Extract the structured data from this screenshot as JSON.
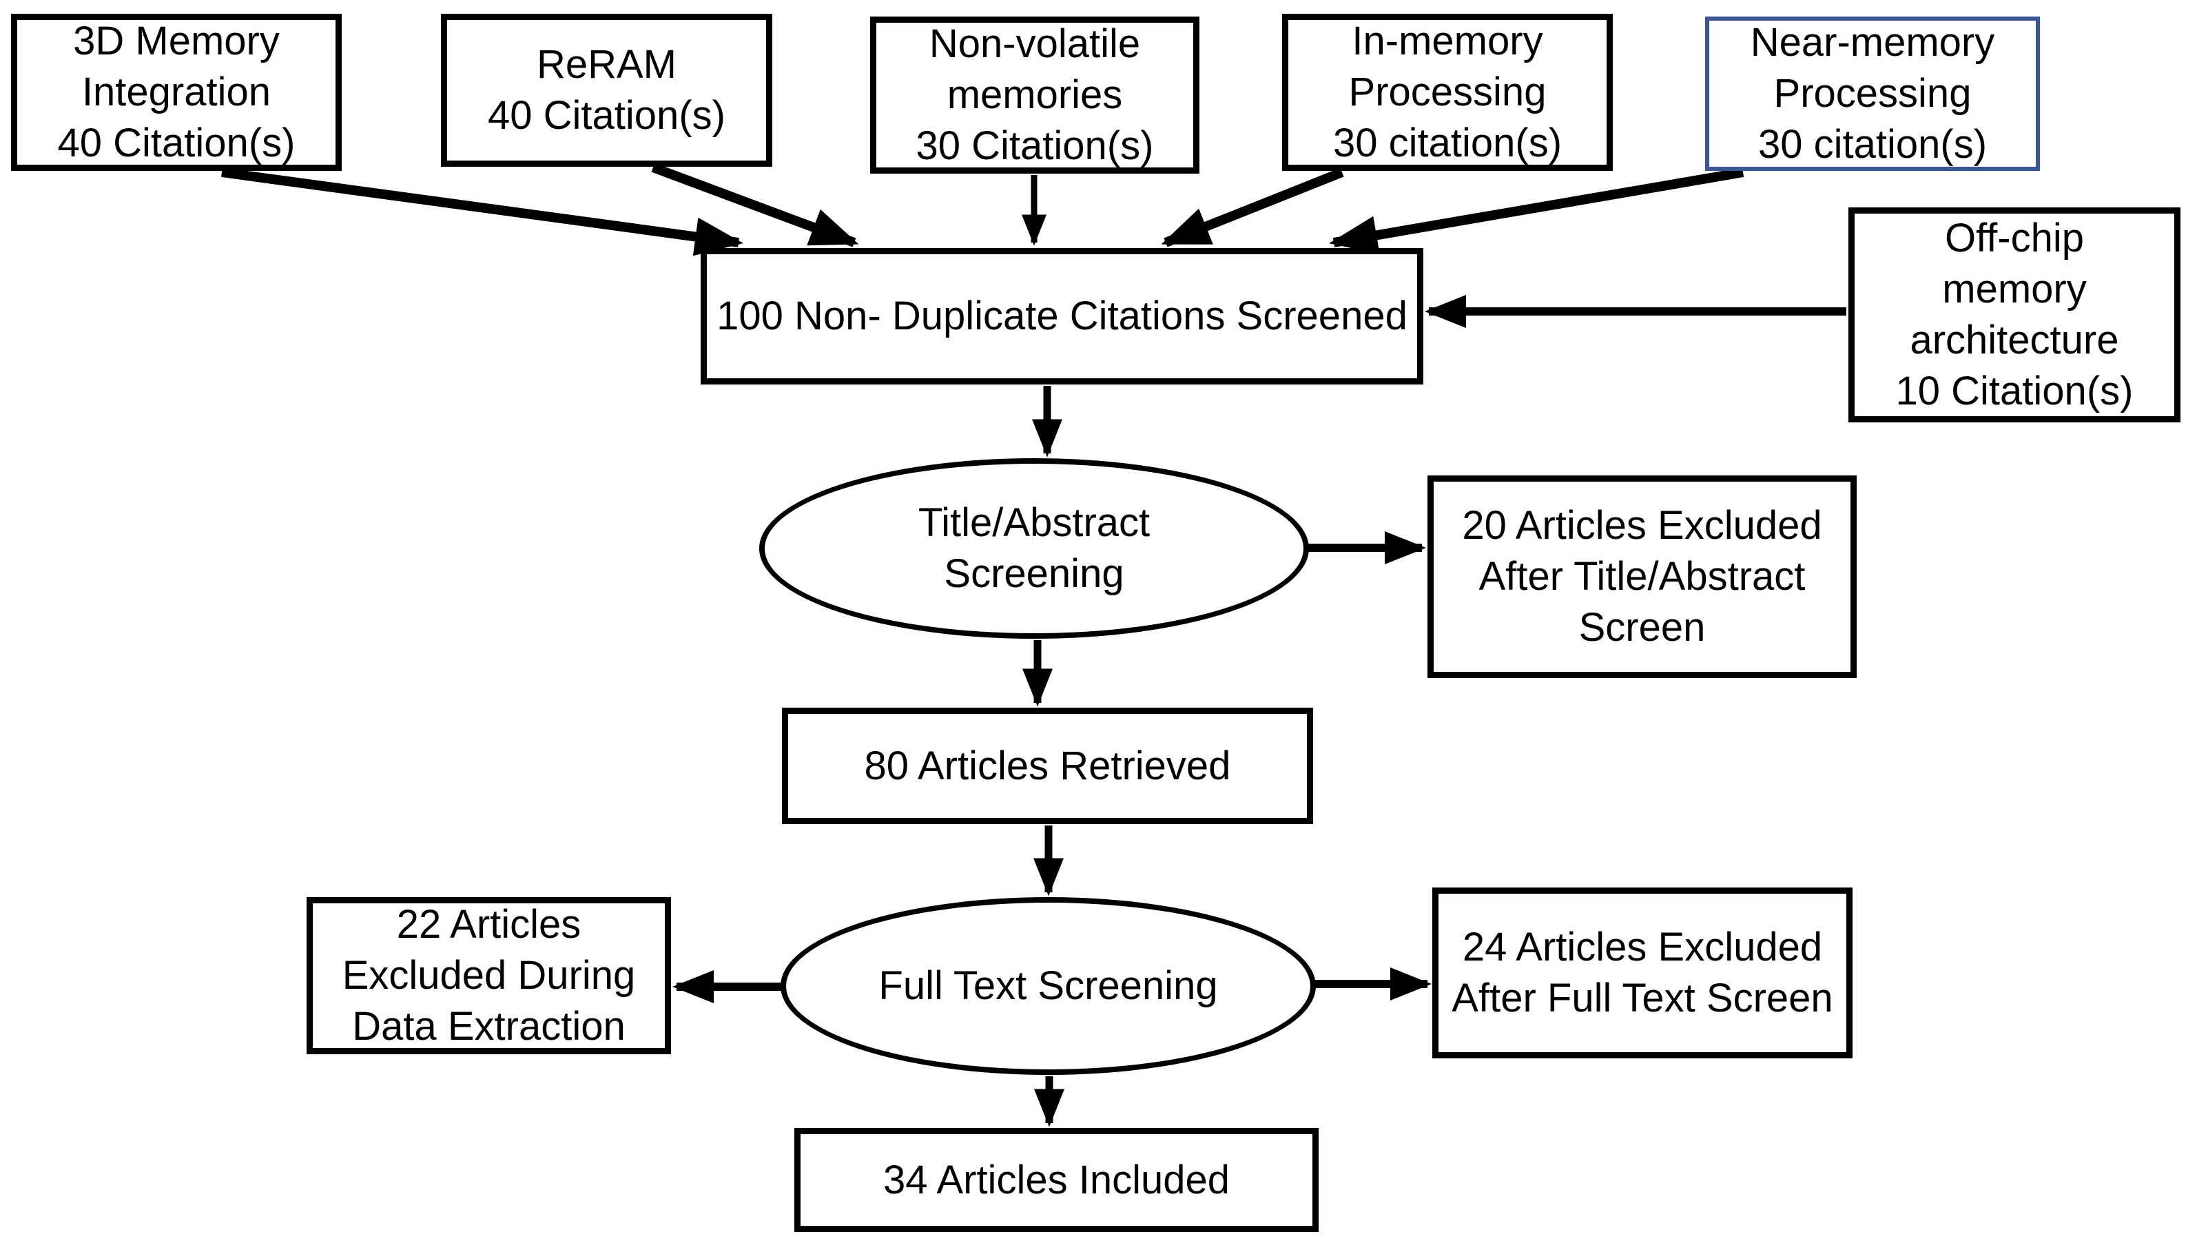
{
  "figure": {
    "kind": "citation-screening-flow-diagram",
    "colors": {
      "background": "#ffffff",
      "box_border": "#000000",
      "highlight_box_border": "#3a5795",
      "text": "#000000",
      "arrow": "#000000"
    },
    "nodes": [
      {
        "id": "3d-memory-integration",
        "shape": "rect",
        "highlighted": false,
        "text": "3D Memory\nIntegration\n40 Citation(s)"
      },
      {
        "id": "reram",
        "shape": "rect",
        "highlighted": false,
        "text": "ReRAM\n40 Citation(s)"
      },
      {
        "id": "non-volatile-memories",
        "shape": "rect",
        "highlighted": false,
        "text": "Non-volatile\nmemories\n30 Citation(s)"
      },
      {
        "id": "in-memory-processing",
        "shape": "rect",
        "highlighted": false,
        "text": "In-memory\nProcessing\n30 citation(s)"
      },
      {
        "id": "near-memory-processing",
        "shape": "rect",
        "highlighted": true,
        "text": "Near-memory\nProcessing\n30 citation(s)"
      },
      {
        "id": "off-chip-memory-architecture",
        "shape": "rect",
        "highlighted": false,
        "text": "Off-chip\nmemory\narchitecture\n10 Citation(s)"
      },
      {
        "id": "non-duplicate-citations-screened",
        "shape": "rect",
        "highlighted": false,
        "text": "100 Non- Duplicate Citations Screened"
      },
      {
        "id": "title-abstract-screening",
        "shape": "ellipse",
        "highlighted": false,
        "text": "Title/Abstract\nScreening"
      },
      {
        "id": "excluded-after-title-abstract",
        "shape": "rect",
        "highlighted": false,
        "text": "20 Articles Excluded\nAfter Title/Abstract\nScreen"
      },
      {
        "id": "articles-retrieved",
        "shape": "rect",
        "highlighted": false,
        "text": "80 Articles Retrieved"
      },
      {
        "id": "excluded-during-data-extraction",
        "shape": "rect",
        "highlighted": false,
        "text": "22 Articles\nExcluded During\nData Extraction"
      },
      {
        "id": "full-text-screening",
        "shape": "ellipse",
        "highlighted": false,
        "text": "Full Text Screening"
      },
      {
        "id": "excluded-after-full-text",
        "shape": "rect",
        "highlighted": false,
        "text": "24 Articles Excluded\nAfter Full Text Screen"
      },
      {
        "id": "articles-included",
        "shape": "rect",
        "highlighted": false,
        "text": "34 Articles Included"
      }
    ],
    "edges": [
      {
        "from": "3d-memory-integration",
        "to": "non-duplicate-citations-screened"
      },
      {
        "from": "reram",
        "to": "non-duplicate-citations-screened"
      },
      {
        "from": "non-volatile-memories",
        "to": "non-duplicate-citations-screened"
      },
      {
        "from": "in-memory-processing",
        "to": "non-duplicate-citations-screened"
      },
      {
        "from": "near-memory-processing",
        "to": "non-duplicate-citations-screened"
      },
      {
        "from": "off-chip-memory-architecture",
        "to": "non-duplicate-citations-screened"
      },
      {
        "from": "non-duplicate-citations-screened",
        "to": "title-abstract-screening"
      },
      {
        "from": "title-abstract-screening",
        "to": "excluded-after-title-abstract"
      },
      {
        "from": "title-abstract-screening",
        "to": "articles-retrieved"
      },
      {
        "from": "articles-retrieved",
        "to": "full-text-screening"
      },
      {
        "from": "full-text-screening",
        "to": "excluded-during-data-extraction"
      },
      {
        "from": "full-text-screening",
        "to": "excluded-after-full-text"
      },
      {
        "from": "full-text-screening",
        "to": "articles-included"
      }
    ]
  }
}
